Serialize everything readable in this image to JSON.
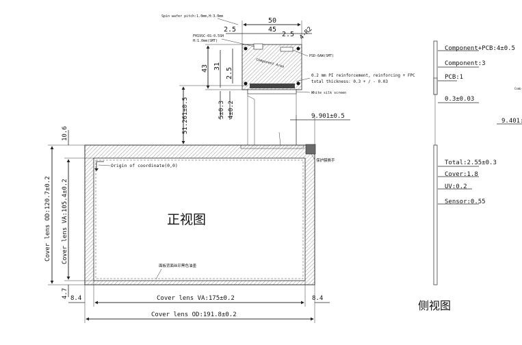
{
  "front_view": {
    "title": "正视图",
    "origin_label": "Origin of coordinate(0,0)",
    "protect_label": "保护膜撕手",
    "silk_label": "面板背面丝印黑色油墨",
    "dims": {
      "od_width": "Cover lens OD:191.8±0.2",
      "va_width": "Cover lens VA:175±0.2",
      "od_height": "Cover lens OD:120.7±0.2",
      "va_height": "Cover lens VA:105.4±0.2",
      "left_margin": "8.4",
      "right_margin": "8.4",
      "top_margin": "10.6",
      "bottom_margin": "4.7",
      "fpc_height": "51.261±0.5",
      "fpc_offset": "9.901±0.5"
    }
  },
  "fpc": {
    "spin_wafer": "Spin wafer pitch:1.0mm,H:3.0mm",
    "connector": "FH19SC-6S-0.5SH",
    "connector_h": "H:1.0mm(SMT)",
    "psd_label": "PSD-6AW(SMT)",
    "component_area": "Component Area",
    "reinforcement": "0.2 mm PI reinforcement, reinforcing + FPC",
    "total_thickness": "total thickness: 0.3 + / - 0.03",
    "white_silk": "White silk screen",
    "dims": {
      "width_50": "50",
      "width_45": "45",
      "left_25": "2.5",
      "right_25": "2.5",
      "radius": "4-R2",
      "height_43": "43",
      "height_31": "31",
      "height_25": "2.5",
      "tab_53": "5±0.3",
      "tab_42": "4±0.2"
    }
  },
  "side_view": {
    "title": "侧视图",
    "labels": {
      "component_pcb": "Component+PCB:4±0.5",
      "component": "Component:3",
      "pcb": "PCB:1",
      "fpc_thick": "0.3±0.03",
      "total": "Total:2.55±0.3",
      "cover": "Cover:1.8",
      "uv": "UV:0.2",
      "sensor": "Sensor:0.55",
      "cut_value": "9.401:",
      "cut_word": "Comb"
    }
  }
}
